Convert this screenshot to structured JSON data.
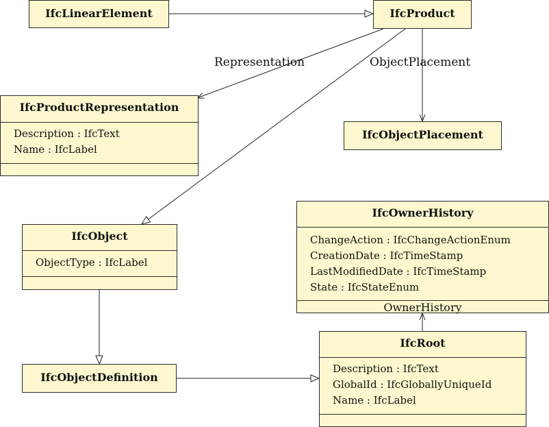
{
  "classes": {
    "linear_element": {
      "name": "IfcLinearElement"
    },
    "product": {
      "name": "IfcProduct"
    },
    "product_representation": {
      "name": "IfcProductRepresentation",
      "attributes": [
        "Description : IfcText",
        "Name : IfcLabel"
      ]
    },
    "object_placement": {
      "name": "IfcObjectPlacement"
    },
    "object": {
      "name": "IfcObject",
      "attributes": [
        "ObjectType : IfcLabel"
      ]
    },
    "owner_history": {
      "name": "IfcOwnerHistory",
      "attributes": [
        "ChangeAction : IfcChangeActionEnum",
        "CreationDate : IfcTimeStamp",
        "LastModifiedDate : IfcTimeStamp",
        "State : IfcStateEnum"
      ],
      "section_label": "OwnerHistory"
    },
    "object_definition": {
      "name": "IfcObjectDefinition"
    },
    "root": {
      "name": "IfcRoot",
      "attributes": [
        "Description : IfcText",
        "GlobalId : IfcGloballyUniqueId",
        "Name : IfcLabel"
      ]
    }
  },
  "associations": {
    "representation": "Representation",
    "object_placement": "ObjectPlacement"
  }
}
